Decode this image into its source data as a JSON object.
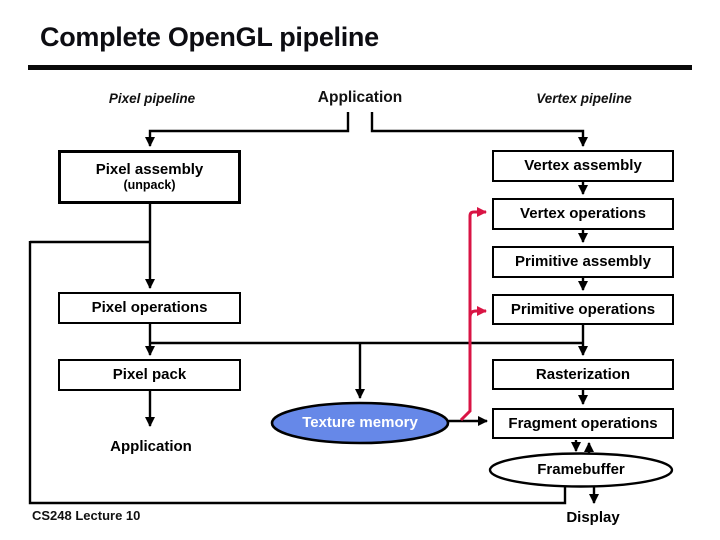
{
  "title": "Complete OpenGL pipeline",
  "footer": "CS248 Lecture 10",
  "columns": {
    "pixel": "Pixel pipeline",
    "application": "Application",
    "vertex": "Vertex pipeline"
  },
  "boxes": {
    "pixel_assembly": "Pixel assembly",
    "pixel_assembly_sub": "(unpack)",
    "pixel_operations": "Pixel operations",
    "pixel_pack": "Pixel pack",
    "vertex_assembly": "Vertex assembly",
    "vertex_operations": "Vertex operations",
    "primitive_assembly": "Primitive assembly",
    "primitive_operations": "Primitive operations",
    "rasterization": "Rasterization",
    "fragment_operations": "Fragment operations"
  },
  "nodes": {
    "texture_memory": "Texture memory",
    "framebuffer": "Framebuffer",
    "application_end": "Application",
    "display": "Display"
  },
  "colors": {
    "accent_red": "#d91444",
    "texture_fill": "#6688e8",
    "line": "#000000"
  }
}
